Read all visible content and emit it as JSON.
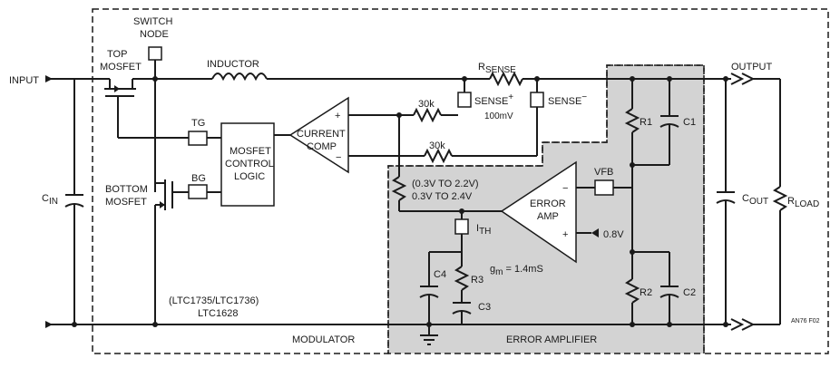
{
  "labels": {
    "input": "INPUT",
    "output": "OUTPUT",
    "switch_node_1": "SWITCH",
    "switch_node_2": "NODE",
    "top_mosfet_1": "TOP",
    "top_mosfet_2": "MOSFET",
    "bottom_mosfet_1": "BOTTOM",
    "bottom_mosfet_2": "MOSFET",
    "inductor": "INDUCTOR",
    "rsense_main": "R",
    "rsense_sub": "SENSE",
    "sense_plus": "SENSE",
    "sense_plus_sup": "+",
    "sense_minus": "SENSE",
    "sense_minus_sup": "−",
    "sense_voltage": "100mV",
    "r30k_top": "30k",
    "r30k_bottom": "30k",
    "current_comp_1": "CURRENT",
    "current_comp_2": "COMP",
    "comp_plus": "+",
    "comp_minus": "−",
    "tg": "TG",
    "bg": "BG",
    "mosfet_logic_1": "MOSFET",
    "mosfet_logic_2": "CONTROL",
    "mosfet_logic_3": "LOGIC",
    "cin_main": "C",
    "cin_sub": "IN",
    "range_1": "(0.3V TO 2.2V)",
    "range_2": "0.3V TO 2.4V",
    "error_amp_1": "ERROR",
    "error_amp_2": "AMP",
    "amp_minus": "−",
    "amp_plus": "+",
    "vfb": "VFB",
    "vref": "0.8V",
    "ith_main": "I",
    "ith_sub": "TH",
    "gm_main": "g",
    "gm_sub": "m",
    "gm_value": " = 1.4mS",
    "r1": "R1",
    "c1": "C1",
    "r2": "R2",
    "c2": "C2",
    "r3": "R3",
    "c3": "C3",
    "c4": "C4",
    "cout_main": "C",
    "cout_sub": "OUT",
    "rload_main": "R",
    "rload_sub": "LOAD",
    "part_1": "(LTC1735/LTC1736)",
    "part_2": "LTC1628",
    "modulator": "MODULATOR",
    "error_amplifier": "ERROR AMPLIFIER",
    "figure_id": "AN76 F02"
  },
  "colors": {
    "shade": "#d3d3d3",
    "line": "#1a1a1a"
  }
}
